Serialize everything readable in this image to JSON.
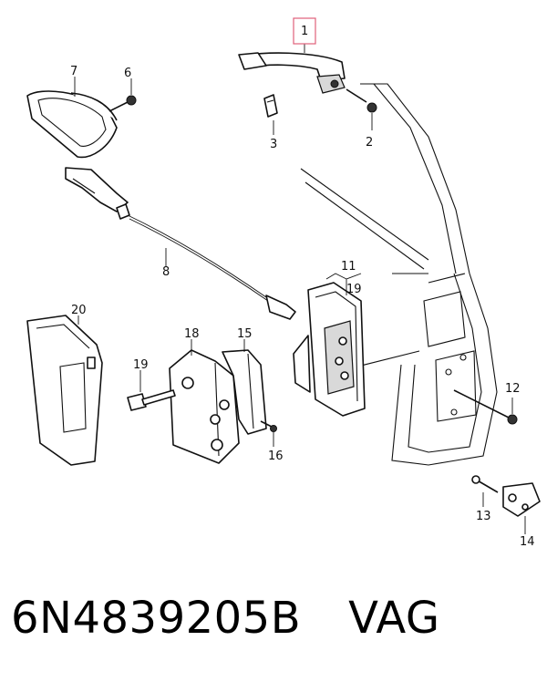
{
  "callouts": {
    "c1": "1",
    "c2": "2",
    "c3": "3",
    "c6": "6",
    "c7": "7",
    "c8": "8",
    "c11": "11",
    "c19a": "19",
    "c19b": "19",
    "c20": "20",
    "c18": "18",
    "c15": "15",
    "c16": "16",
    "c12": "12",
    "c13": "13",
    "c14": "14"
  },
  "highlight_color": "#e0607a",
  "footer": {
    "part_number": "6N4839205B",
    "brand": "VAG"
  }
}
